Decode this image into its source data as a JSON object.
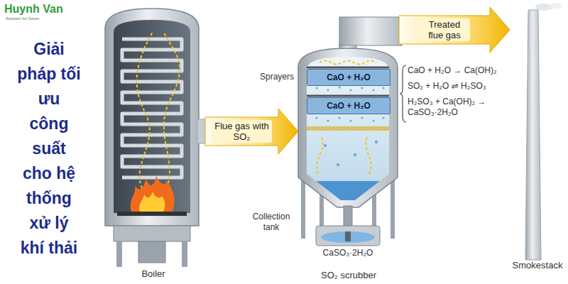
{
  "diagram": {
    "title": "Giải pháp tối ưu công suất cho hệ thống xử lý khí thải",
    "nodes": [
      {
        "text": [
          "Boiler"
        ]
      },
      {
        "text": [
          "SO₂ scrubber"
        ]
      },
      {
        "text": [
          "CaO + H₂O"
        ],
        "in": 1
      },
      {
        "text": [
          "CaO + H₂O"
        ],
        "in": 1
      },
      {
        "text": [
          "Smokestack"
        ]
      }
    ],
    "edges": [
      {
        "from": 0,
        "to": 1,
        "arrow": "to",
        "label": "Flue gas with SO₂"
      },
      {
        "from": 1,
        "to": 4,
        "arrow": "to",
        "label": "Treated flue gas"
      }
    ],
    "labels": [
      "Huynh Van",
      "Solution for future",
      "Sprayers",
      "Collection tank",
      "CaSO₃·2H₂O",
      "CaO + H₂O → Ca(OH)₂",
      "SO₂ + H₂O ⇌ H₂SO₃",
      "H₂SO₃ + Ca(OH)₂ → CaSO₃·2H₂O"
    ]
  }
}
